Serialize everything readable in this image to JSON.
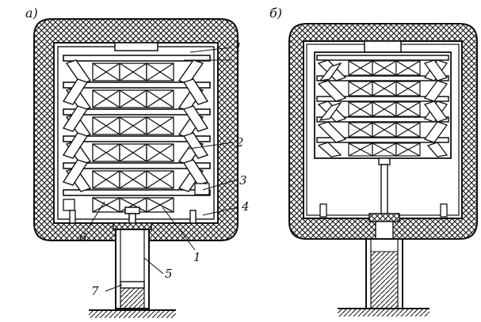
{
  "panels": [
    {
      "id": "a",
      "label": "а)",
      "callouts": [
        "1",
        "2",
        "3",
        "4",
        "6",
        "1",
        "5",
        "7"
      ]
    },
    {
      "id": "b",
      "label": "б)"
    }
  ],
  "colors": {
    "ink": "#111111",
    "paper": "#ffffff"
  }
}
